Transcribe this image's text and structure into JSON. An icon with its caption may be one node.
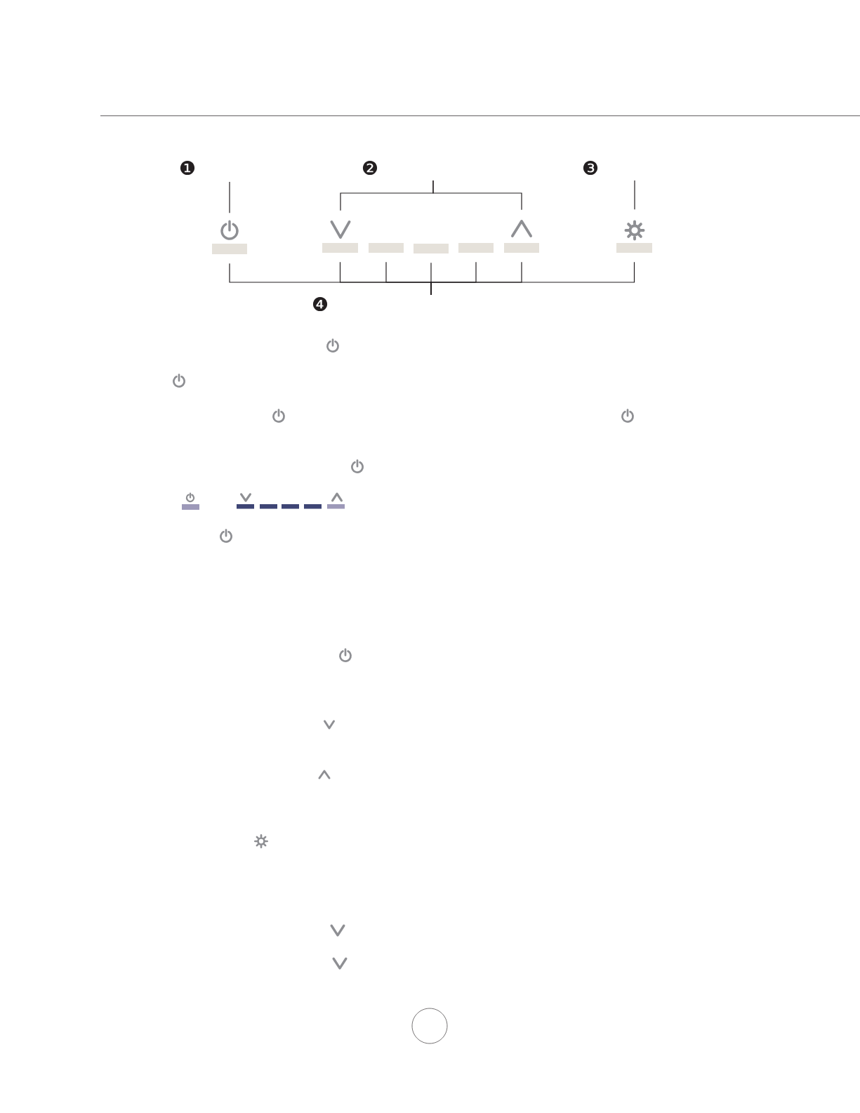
{
  "diagram": {
    "nodes": [
      {
        "text": [],
        "shape": "picture"
      },
      {
        "text": [],
        "shape": "picture"
      },
      {
        "text": [],
        "shape": "picture"
      },
      {
        "text": [],
        "shape": "picture"
      },
      {
        "text": [],
        "shape": "bar"
      },
      {
        "text": [],
        "shape": "bar"
      },
      {
        "text": [],
        "shape": "bar"
      },
      {
        "text": [],
        "shape": "bar"
      },
      {
        "text": [],
        "shape": "bar"
      },
      {
        "text": [],
        "shape": "bar"
      },
      {
        "text": [],
        "shape": "bar"
      }
    ],
    "edges": [
      {
        "from": null,
        "to": 0,
        "arrow": "none"
      },
      {
        "from": null,
        "to": 1,
        "arrow": "none"
      },
      {
        "from": null,
        "to": 2,
        "arrow": "none"
      },
      {
        "from": null,
        "to": 3,
        "arrow": "none"
      },
      {
        "from": null,
        "to": 4,
        "arrow": "none"
      },
      {
        "from": null,
        "to": 5,
        "arrow": "none"
      },
      {
        "from": null,
        "to": 6,
        "arrow": "none"
      },
      {
        "from": null,
        "to": 7,
        "arrow": "none"
      },
      {
        "from": null,
        "to": 8,
        "arrow": "none"
      },
      {
        "from": null,
        "to": 9,
        "arrow": "none"
      },
      {
        "from": null,
        "to": 10,
        "arrow": "none"
      }
    ],
    "labels": [
      "❶",
      "❷",
      "❸",
      "❹"
    ]
  }
}
